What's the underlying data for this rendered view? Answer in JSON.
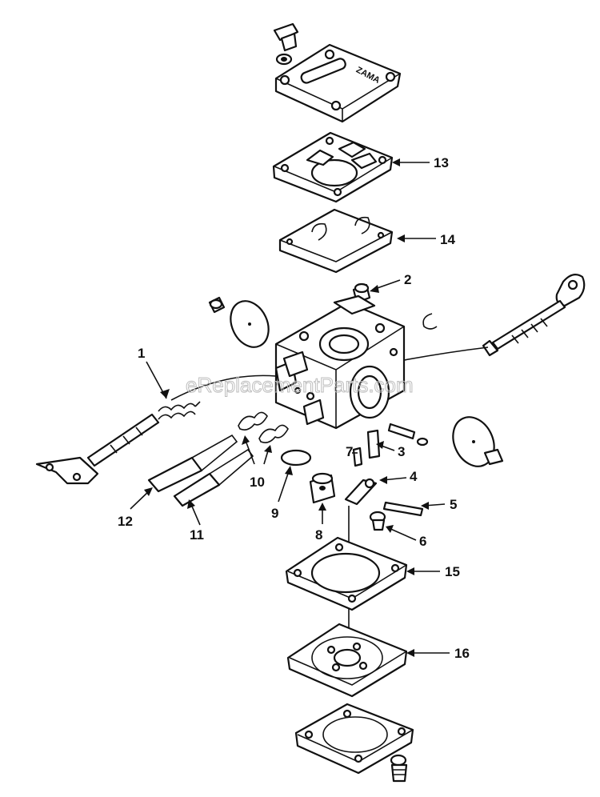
{
  "watermark": "eReplacementParts.com",
  "cover_text": "ZAMA",
  "callouts": {
    "c1": "1",
    "c2": "2",
    "c3": "3",
    "c4": "4",
    "c5": "5",
    "c6": "6",
    "c7": "7",
    "c8": "8",
    "c9": "9",
    "c10": "10",
    "c11": "11",
    "c12": "12",
    "c13": "13",
    "c14": "14",
    "c15": "15",
    "c16": "16"
  }
}
